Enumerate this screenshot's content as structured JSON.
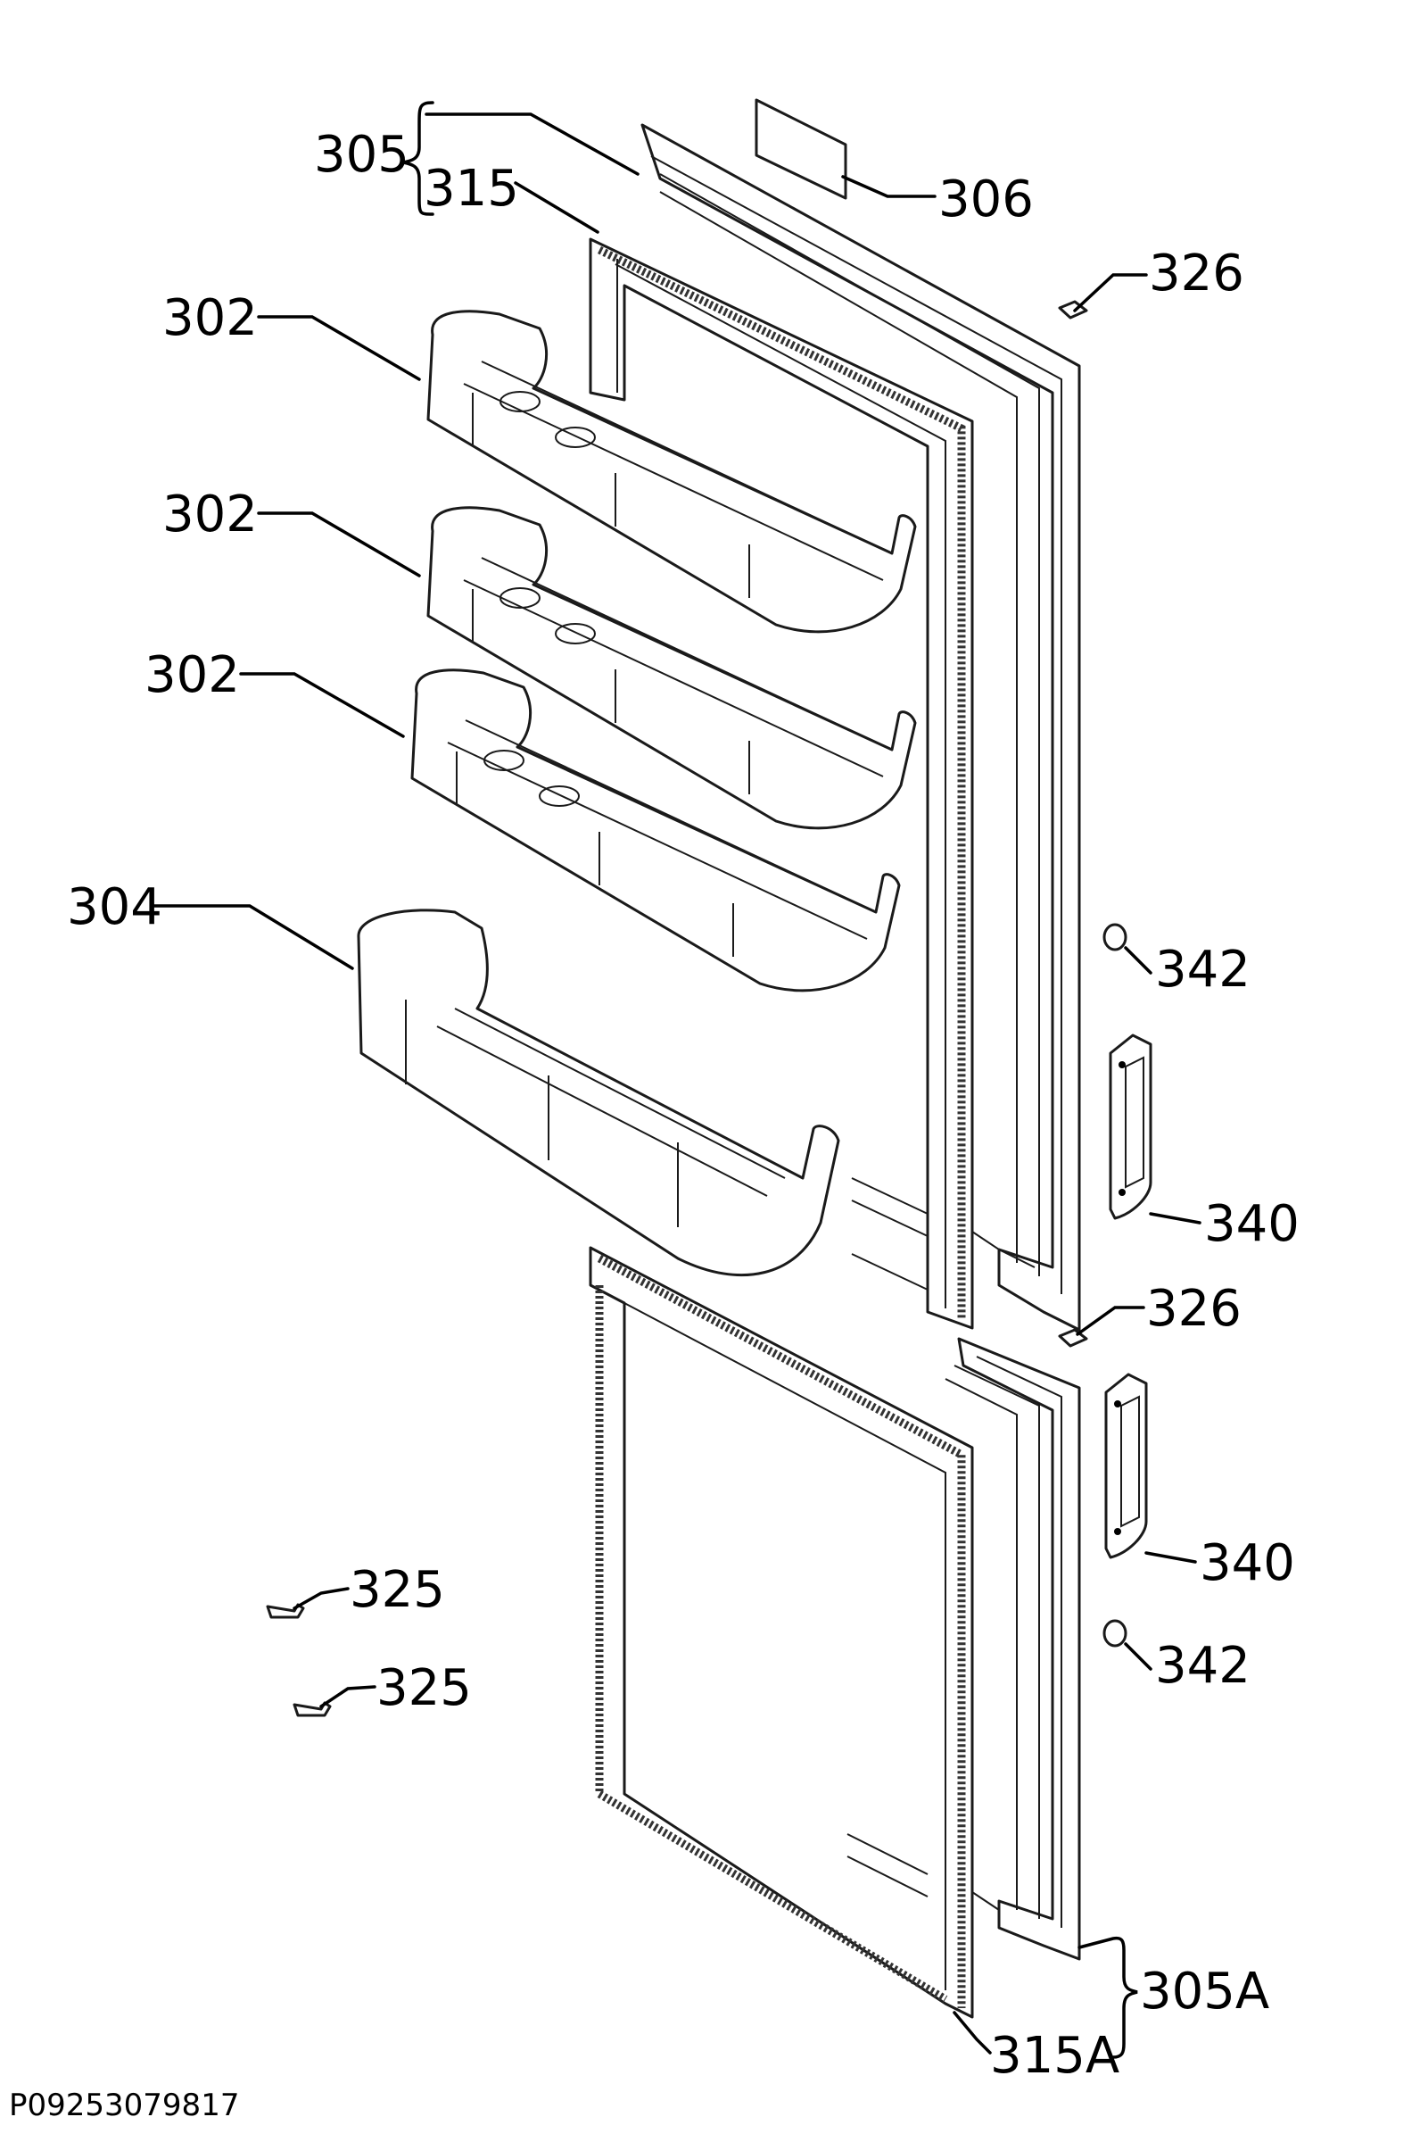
{
  "reference_code": "P09253079817",
  "labels": {
    "l305": "305",
    "l315": "315",
    "l306": "306",
    "l326a": "326",
    "l302a": "302",
    "l302b": "302",
    "l302c": "302",
    "l304": "304",
    "l342a": "342",
    "l340a": "340",
    "l326b": "326",
    "l340b": "340",
    "l325a": "325",
    "l325b": "325",
    "l342b": "342",
    "l305A": "305A",
    "l315A": "315A"
  }
}
